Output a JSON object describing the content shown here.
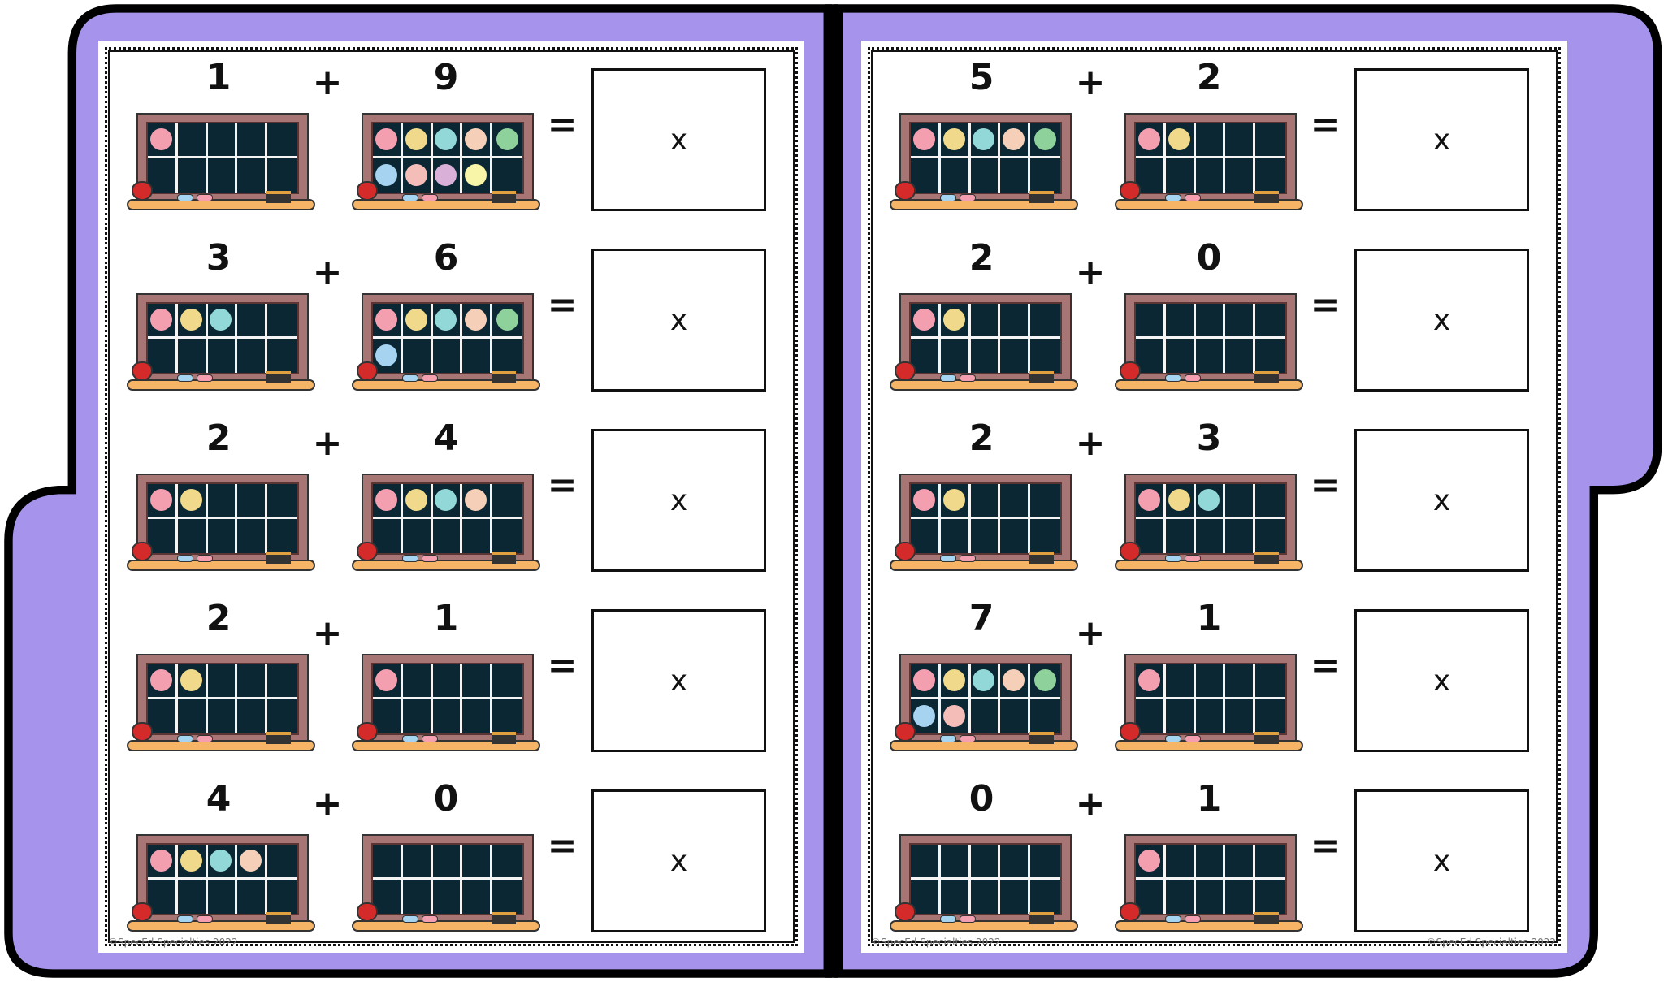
{
  "colors": {
    "folder": "#a593ec",
    "outline": "#000000",
    "slate": "#0b2733",
    "frame": "#a87575",
    "shelf": "#f6b467"
  },
  "counter_colors": [
    "#f49fb0",
    "#f0d98a",
    "#93d8d8",
    "#f5cfb8",
    "#8fd19a",
    "#a5d3f0",
    "#f5bdb8",
    "#d8b0d8",
    "#f8f4a8",
    "#f49fb0"
  ],
  "symbols": {
    "plus": "+",
    "equals": "="
  },
  "pages": [
    {
      "problems": [
        {
          "a": "1",
          "b": "9",
          "answer": "x"
        },
        {
          "a": "3",
          "b": "6",
          "answer": "x"
        },
        {
          "a": "2",
          "b": "4",
          "answer": "x"
        },
        {
          "a": "2",
          "b": "1",
          "answer": "x"
        },
        {
          "a": "4",
          "b": "0",
          "answer": "x"
        }
      ],
      "credits": [
        "©SpecEd Specialties 2022"
      ]
    },
    {
      "problems": [
        {
          "a": "5",
          "b": "2",
          "answer": "x"
        },
        {
          "a": "2",
          "b": "0",
          "answer": "x"
        },
        {
          "a": "2",
          "b": "3",
          "answer": "x"
        },
        {
          "a": "7",
          "b": "1",
          "answer": "x"
        },
        {
          "a": "0",
          "b": "1",
          "answer": "x"
        }
      ],
      "credits": [
        "©SpecEd Specialties 2022",
        "©SpecEd Specialties 2022"
      ]
    }
  ]
}
